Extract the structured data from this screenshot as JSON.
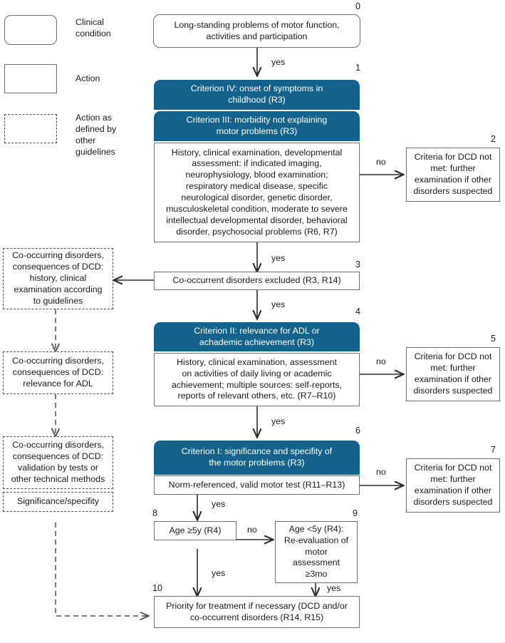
{
  "legend": {
    "items": [
      {
        "shape": "rounded-rect",
        "label": "Clinical\ncondition"
      },
      {
        "shape": "rect",
        "label": "Action"
      },
      {
        "shape": "dashed-rect",
        "label": "Action as\ndefined by\nother\nguidelines"
      }
    ]
  },
  "nodes": {
    "n0": {
      "number": "0",
      "text": "Long-standing problems of motor function,\nactivities and participation"
    },
    "n1_head1": {
      "text": "Criterion IV: onset of symptoms in\nchildhood (R3)"
    },
    "n1_head2": {
      "text": "Criterion III: morbidity not explaining\nmotor problems (R3)"
    },
    "n1_body": {
      "number": "1",
      "text": "History, clinical examination, developmental\nassessment: if indicated imaging,\nneurophysiology, blood examination;\nrespiratory medical disease, specific\nneurological disorder, genetic disorder,\nmusculoskeletal condition, moderate to severe\nintellectual developmental disorder, behavioral\ndisorder, psychosocial problems (R6, R7)"
    },
    "n2": {
      "number": "2",
      "text": "Criteria for DCD not\nmet: further\nexamination if other\ndisorders suspected"
    },
    "n3": {
      "number": "3",
      "text": "Co-occurrent disorders excluded (R3, R14)"
    },
    "n4_head": {
      "text": "Criterion II: relevance for ADL or\nachademic achievement (R3)"
    },
    "n4_body": {
      "number": "4",
      "text": "History, clinical examination, assessment\non activities of daily living or academic\nachievement; multiple sources: self-reports,\nreports of relevant others, etc. (R7–R10)"
    },
    "n5": {
      "number": "5",
      "text": "Criteria for DCD not\nmet: further\nexamination if other\ndisorders suspected"
    },
    "n6_head": {
      "text": "Criterion I: significance and specifity of\nthe motor problems (R3)"
    },
    "n6_body": {
      "number": "6",
      "text": "Norm-referenced, valid motor test (R11–R13)"
    },
    "n7": {
      "number": "7",
      "text": "Criteria for DCD not\nmet: further\nexamination if other\ndisorders suspected"
    },
    "n8": {
      "number": "8",
      "text": "Age ≥5y (R4)"
    },
    "n9": {
      "number": "9",
      "text": "Age <5y (R4):\nRe-evaluation of\nmotor\nassessment\n≥3mo"
    },
    "n10": {
      "number": "10",
      "text": "Priority for treatment if necessary (DCD and/or\nco-occurrent disorders (R14, R15)"
    }
  },
  "side_nodes": {
    "s1": {
      "text": "Co-occurring disorders,\nconsequences of DCD:\nhistory, clinical\nexamination according\nto guidelines"
    },
    "s2": {
      "text": "Co-occurring disorders,\nconsequences of DCD:\nrelevance for ADL"
    },
    "s3": {
      "text": "Co-occurring disorders,\nconsequences of DCD:\nvalidation by tests or\nother technical methods"
    },
    "s4": {
      "text": "Significance/specifity"
    }
  },
  "edge_labels": {
    "e0": "yes",
    "e1_no": "no",
    "e1_yes": "yes",
    "e3_yes": "yes",
    "e4_no": "no",
    "e4_yes": "yes",
    "e6_no": "no",
    "e6_yes": "yes",
    "e8_no": "no",
    "e8_yes": "yes",
    "e9_yes": "yes"
  },
  "colors": {
    "accent_blue": "#15638c",
    "box_border": "#6e6e6e",
    "dash_border": "#4d4d4d",
    "arrow": "#2b2b2b",
    "text": "#1a1a1a",
    "background": "#ffffff"
  }
}
